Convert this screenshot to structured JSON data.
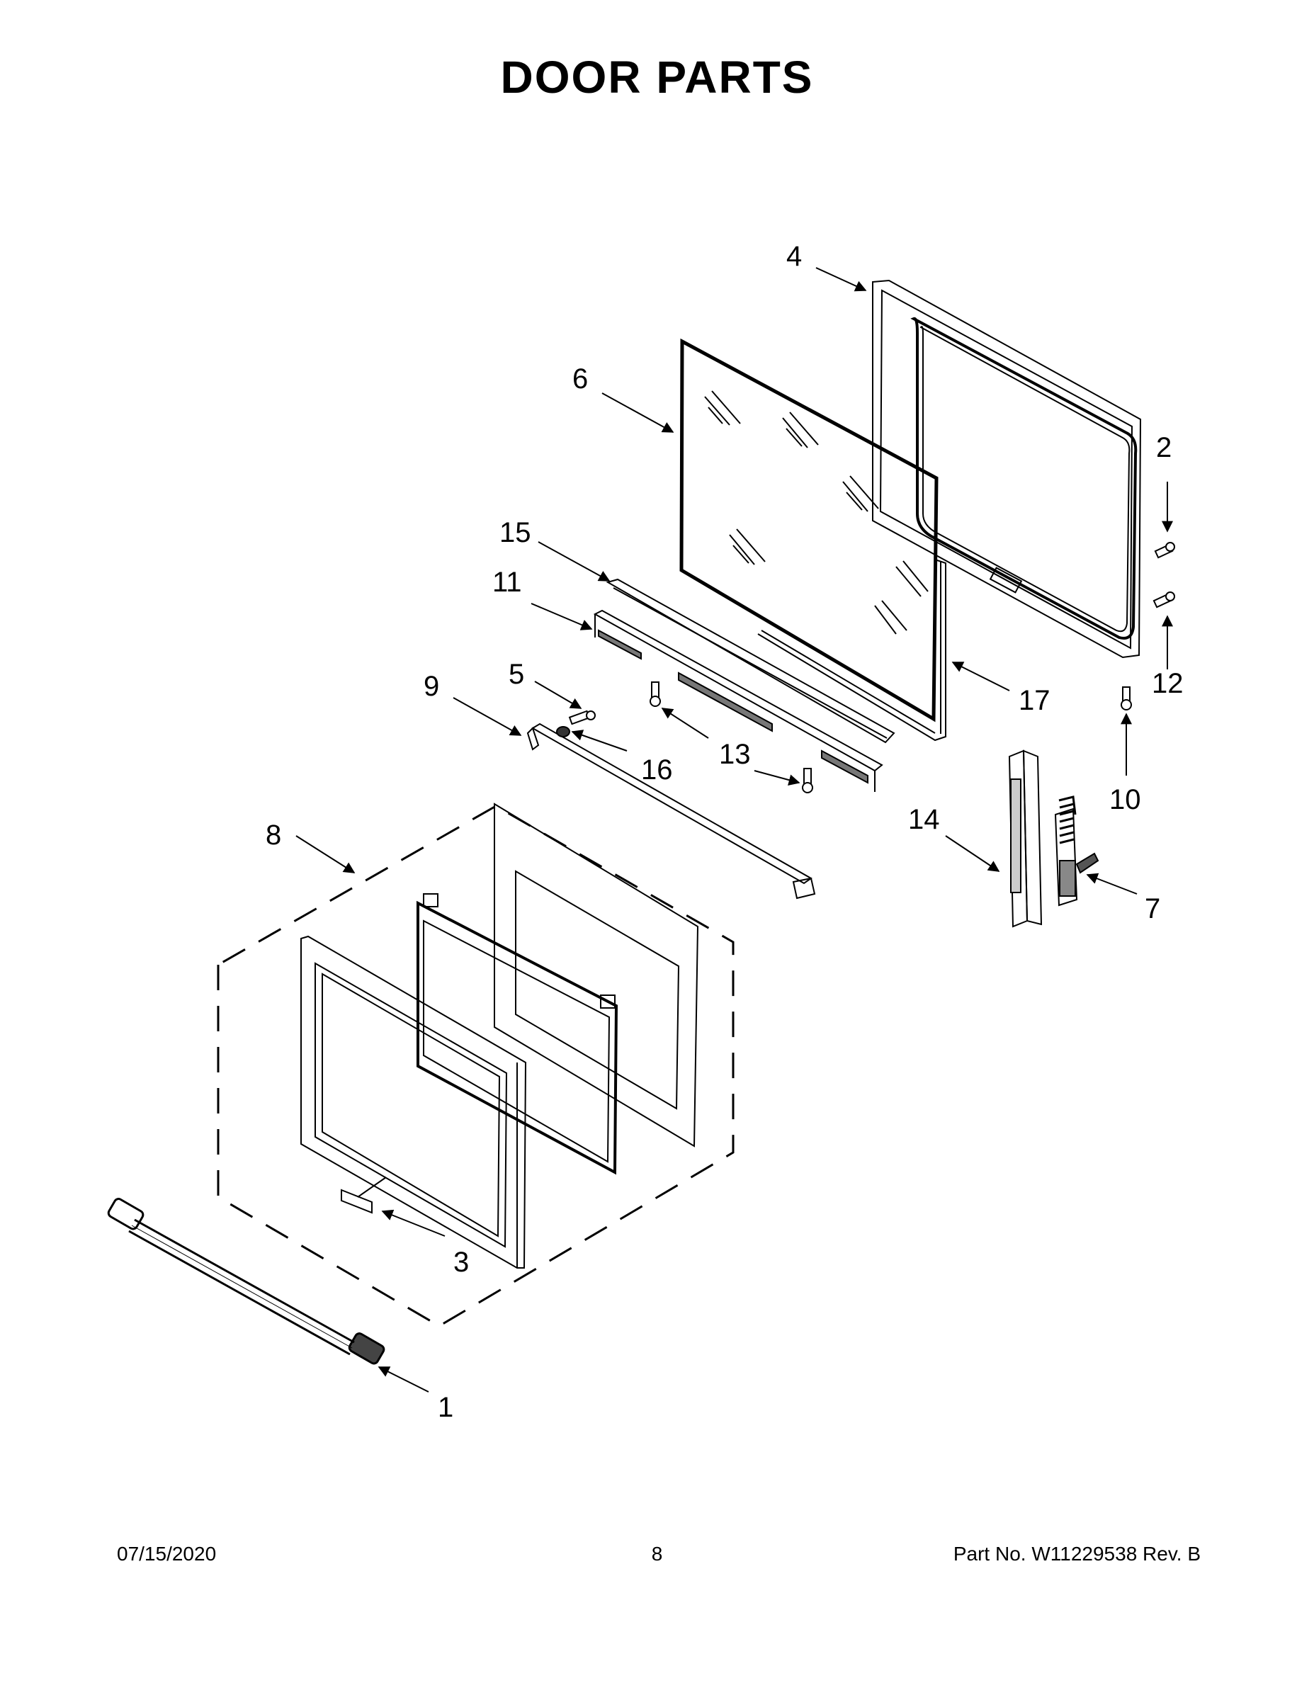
{
  "title": "DOOR PARTS",
  "callouts": {
    "c1": "1",
    "c2": "2",
    "c3": "3",
    "c4": "4",
    "c5": "5",
    "c6": "6",
    "c7": "7",
    "c8": "8",
    "c9": "9",
    "c10": "10",
    "c11": "11",
    "c12": "12",
    "c13a": "13",
    "c14": "14",
    "c15": "15",
    "c16": "16",
    "c17": "17"
  },
  "footer": {
    "date": "07/15/2020",
    "page": "8",
    "part": "Part No.  W11229538  Rev.  B"
  }
}
